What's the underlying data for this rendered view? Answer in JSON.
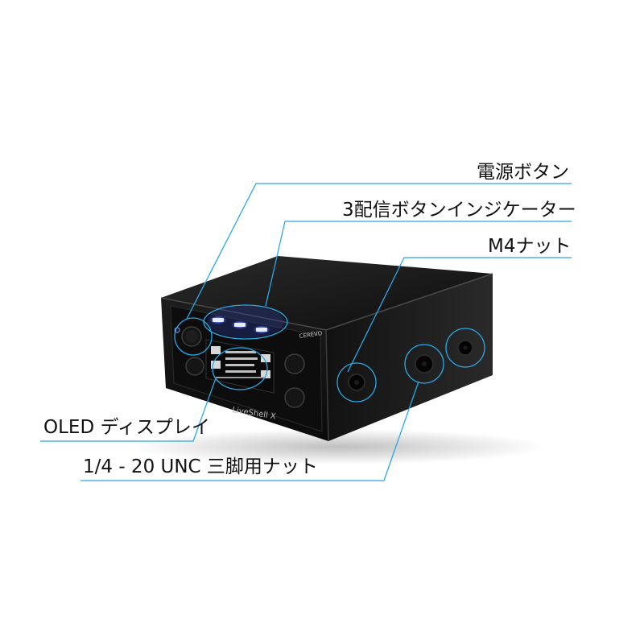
{
  "callouts": {
    "power_button": "電源ボタン",
    "indicators": "3配信ボタンインジケーター",
    "m4_nut": "M4ナット",
    "oled": "OLED ディスプレイ",
    "tripod_nut": "1/4 - 20 UNC 三脚用ナット"
  },
  "device": {
    "brand": "CEREVO",
    "model": "LiveShell X"
  },
  "colors": {
    "leader_line": "#2aa8e8",
    "indicator_glow": "#5a7dff",
    "body": "#141414"
  }
}
